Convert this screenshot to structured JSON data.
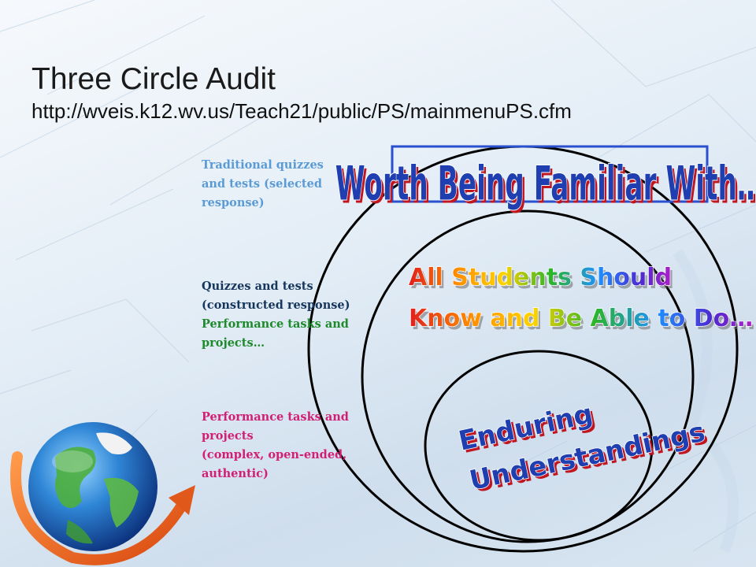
{
  "slide": {
    "title": "Three Circle Audit",
    "url": "http://wveis.k12.wv.us/Teach21/public/PS/mainmenuPS.cfm"
  },
  "notes": {
    "traditional": [
      "Traditional quizzes",
      "and tests (selected",
      "response)"
    ],
    "constructed": [
      "Quizzes and tests",
      "(constructed response)"
    ],
    "performance": [
      "Performance tasks and",
      "projects…"
    ],
    "authentic": [
      "Performance tasks and",
      "projects",
      "(complex, open-ended,",
      "authentic)"
    ]
  },
  "circles": {
    "outer_label": "Worth Being Familiar With…",
    "middle_label_line1": "All Students Should",
    "middle_label_line2": "Know and Be Able to Do…",
    "inner_label_line1": "Enduring",
    "inner_label_line2": "Understandings"
  },
  "colors": {
    "note_blue": "#5b9bd5",
    "note_navy": "#16365c",
    "note_green": "#1e8a2c",
    "note_magenta": "#d21e73",
    "wordart_blue": "#1f3fb0",
    "wordart_shadow": "#c0161f"
  },
  "icons": {
    "globe": "globe-with-orange-arrow-icon"
  }
}
